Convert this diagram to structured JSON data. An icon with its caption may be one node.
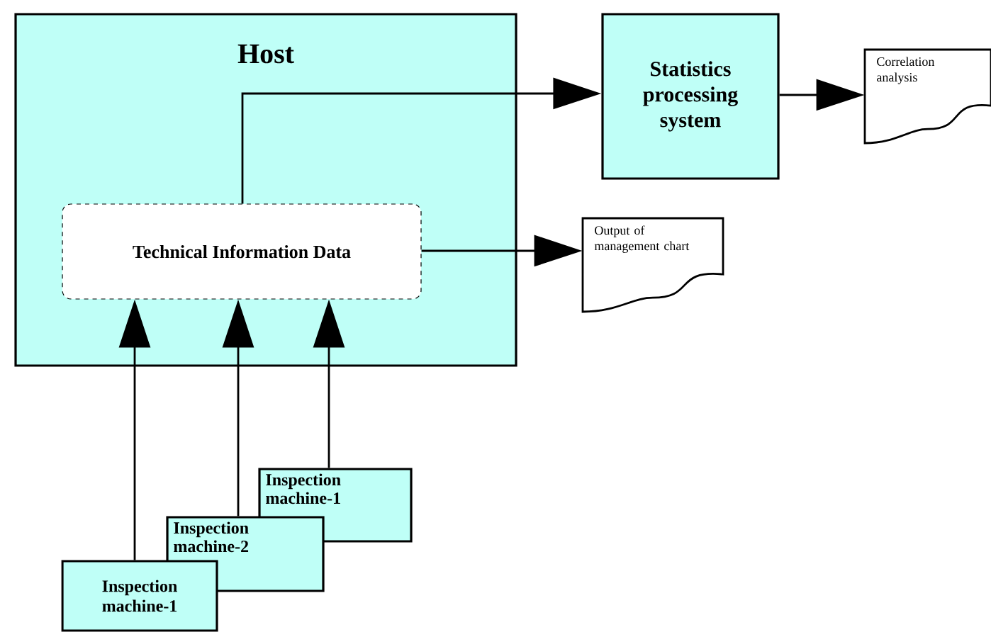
{
  "diagram": {
    "nodes": [
      {
        "text": [
          "Host"
        ]
      },
      {
        "text": [
          "Technical Information Data"
        ],
        "in": 0
      },
      {
        "text": [
          "Statistics processing system"
        ]
      },
      {
        "text": [
          "Correlation analysis"
        ]
      },
      {
        "text": [
          "Output of management chart"
        ]
      },
      {
        "text": [
          "Inspection machine-1"
        ]
      },
      {
        "text": [
          "Inspection machine-2"
        ]
      },
      {
        "text": [
          "Inspection machine-1"
        ]
      }
    ],
    "edges": [
      {
        "from": 1,
        "to": 2,
        "arrow": "to"
      },
      {
        "from": 2,
        "to": 3,
        "arrow": "to"
      },
      {
        "from": 1,
        "to": 4,
        "arrow": "to"
      },
      {
        "from": 7,
        "to": 1,
        "arrow": "to"
      },
      {
        "from": 6,
        "to": 1,
        "arrow": "to"
      },
      {
        "from": 5,
        "to": 1,
        "arrow": "to"
      }
    ]
  }
}
